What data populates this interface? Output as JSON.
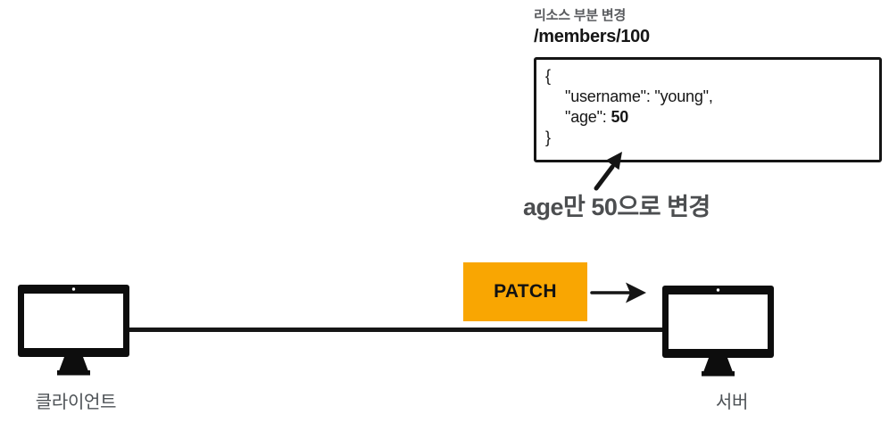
{
  "colors": {
    "accent_orange": "#F9A602",
    "line_black": "#161616",
    "gray_text": "#4d5256",
    "callout_gray": "#4c4e50"
  },
  "annotation": {
    "section_label": "리소스 부분 변경",
    "resource_path": "/members/100",
    "json_box": {
      "brace_open": "{",
      "field_username": "\"username\": \"young\",",
      "field_age_key": "\"age\":",
      "field_age_value": "50",
      "brace_close": "}"
    },
    "callout": "age만 50으로 변경"
  },
  "flow": {
    "method_label": "PATCH",
    "client_label": "클라이언트",
    "server_label": "서버"
  }
}
